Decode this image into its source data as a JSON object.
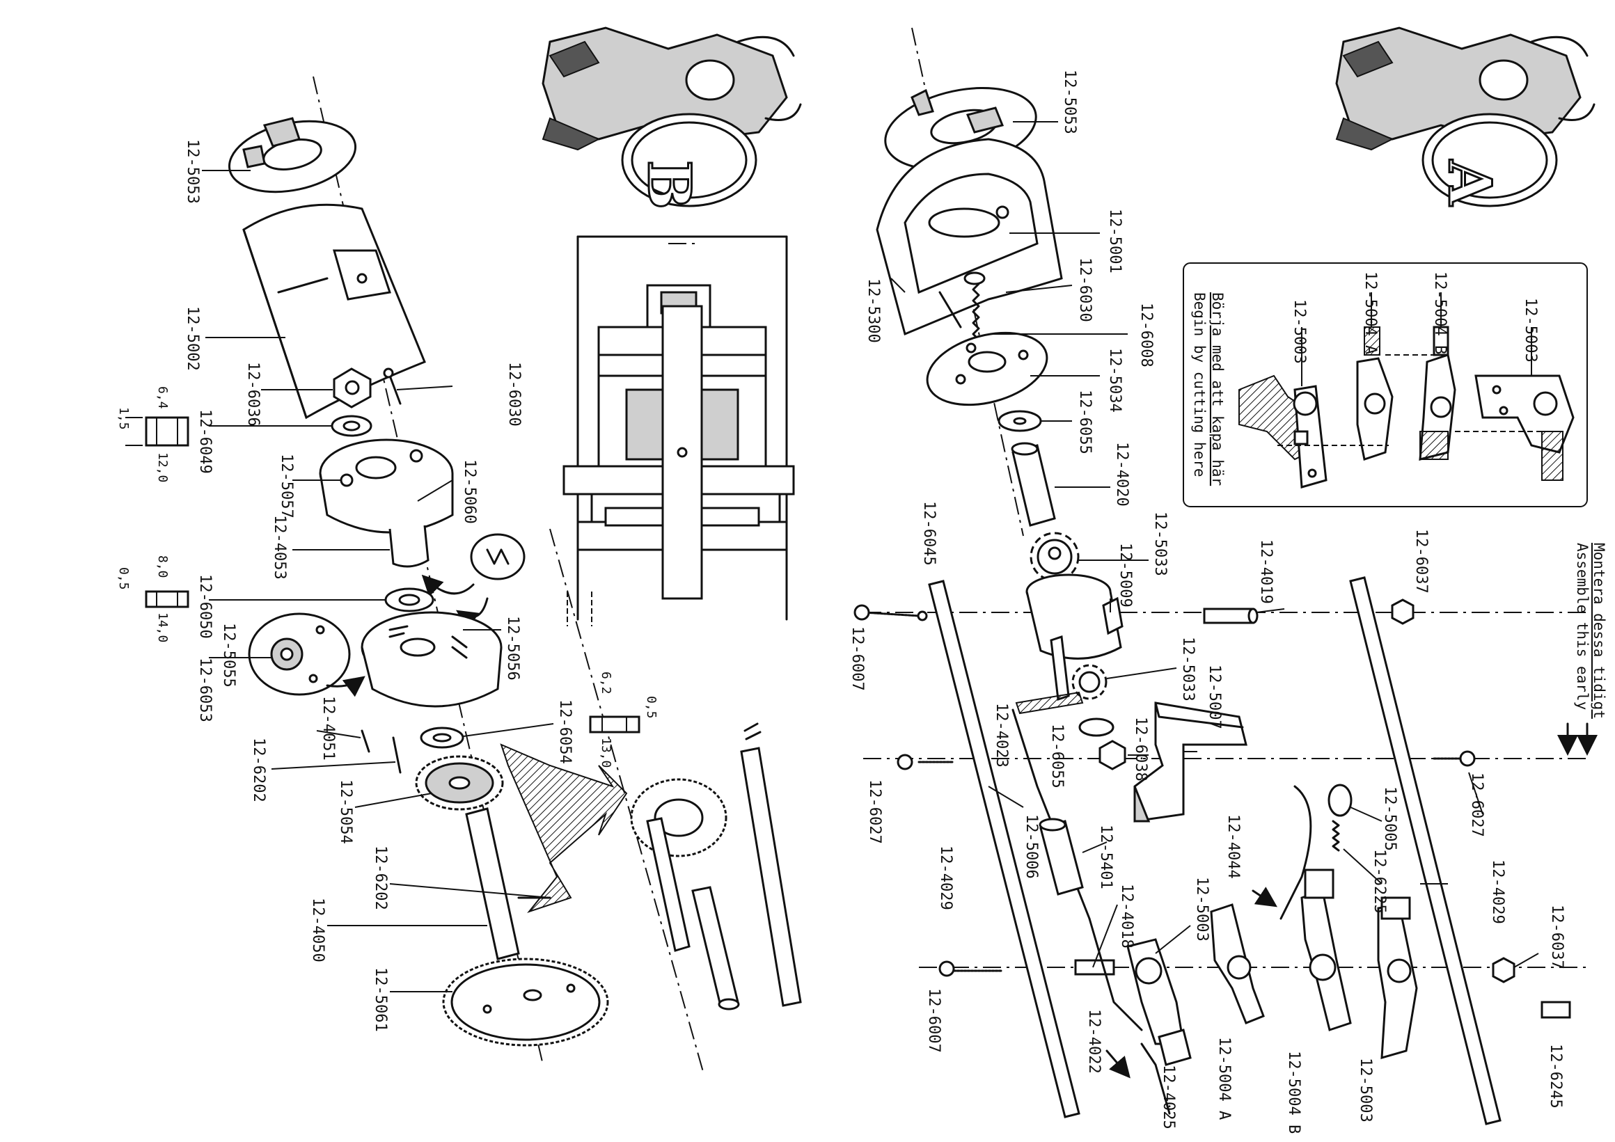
{
  "panel_b": {
    "badge": "B",
    "labels": {
      "p5053": "12-5053",
      "p5002": "12-5002",
      "p6030": "12-6030",
      "p6036": "12-6036",
      "p6049": "12-6049",
      "p5057": "12-5057",
      "p5060": "12-5060",
      "p4053": "12-4053",
      "p6050": "12-6050",
      "p5055": "12-5055",
      "p6053": "12-6053",
      "p5056": "12-5056",
      "p4051": "12-4051",
      "p6202a": "12-6202",
      "p6054": "12-6054",
      "p5054": "12-5054",
      "p6202b": "12-6202",
      "p4050": "12-4050",
      "p5061": "12-5061"
    },
    "dims": {
      "w6049_outer": "12,0",
      "w6049_inner": "6,4",
      "w6049_thk": "1,5",
      "w6050_outer": "14,0",
      "w6050_inner": "8,0",
      "w6050_thk": "0,5",
      "w6054_outer": "13,0",
      "w6054_inner": "6,2",
      "w6054_thk": "0,5"
    }
  },
  "panel_a": {
    "badge": "A",
    "labels": {
      "p5053": "12-5053",
      "p5001": "12-5001",
      "p6030": "12-6030",
      "p5300": "12-5300",
      "p6008": "12-6008",
      "p5034": "12-5034",
      "p6055a": "12-6055",
      "p4020": "12-4020",
      "p5033a": "12-5033",
      "p5009": "12-5009",
      "p6045": "12-6045",
      "p6007a": "12-6007",
      "p5033b": "12-5033",
      "p4023": "12-4023",
      "p6055b": "12-6055",
      "p6038": "12-6038",
      "p5007": "12-5007",
      "p4019": "12-4019",
      "p6027a": "12-6027",
      "p4029a": "12-4029",
      "p5006": "12-5006",
      "p5401": "12-5401",
      "p4018": "12-4018",
      "p5003a": "12-5003",
      "p6007b": "12-6007",
      "p4022": "12-4022",
      "p4025": "12-4025",
      "p5004a": "12-5004 A",
      "p5004b": "12-5004 B",
      "p5003b": "12-5003",
      "p4044": "12-4044",
      "p5005": "12-5005",
      "p6225": "12-6225",
      "p6037a": "12-6037",
      "p6027b": "12-6027",
      "p4029b": "12-4029",
      "p6037b": "12-6037",
      "p6245": "12-6245"
    },
    "cutbox": {
      "p5003a": "12-5003",
      "p5004a": "12-5004 A",
      "p5004b": "12-5004 B",
      "p5003b": "12-5003",
      "note_sv": "Börja med att kapa här",
      "note_en": "Begin by cutting here"
    },
    "early_note": {
      "sv": "Montera dessa tidigt",
      "en": "Assemble this early"
    }
  },
  "icons": [
    "mascot-illustration",
    "gear",
    "washer",
    "screw",
    "nut",
    "shaft"
  ]
}
